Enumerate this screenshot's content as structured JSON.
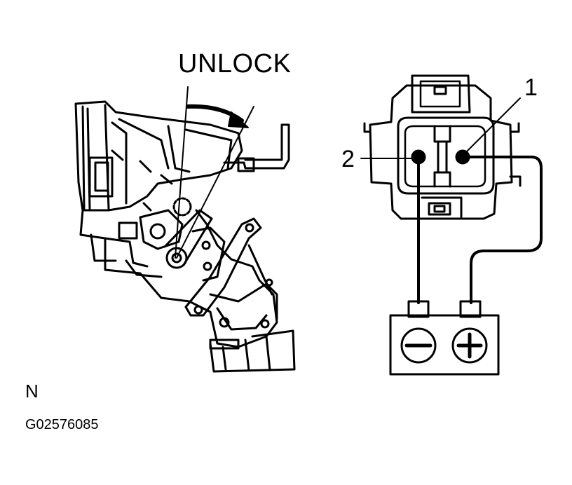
{
  "labels": {
    "unlock": "UNLOCK",
    "pin_1": "1",
    "pin_2": "2",
    "corner_letter": "N",
    "figure_id": "G02576085"
  },
  "colors": {
    "ink": "#000000",
    "paper": "#ffffff"
  },
  "icons": {
    "battery_negative": "minus-icon",
    "battery_positive": "plus-icon"
  }
}
